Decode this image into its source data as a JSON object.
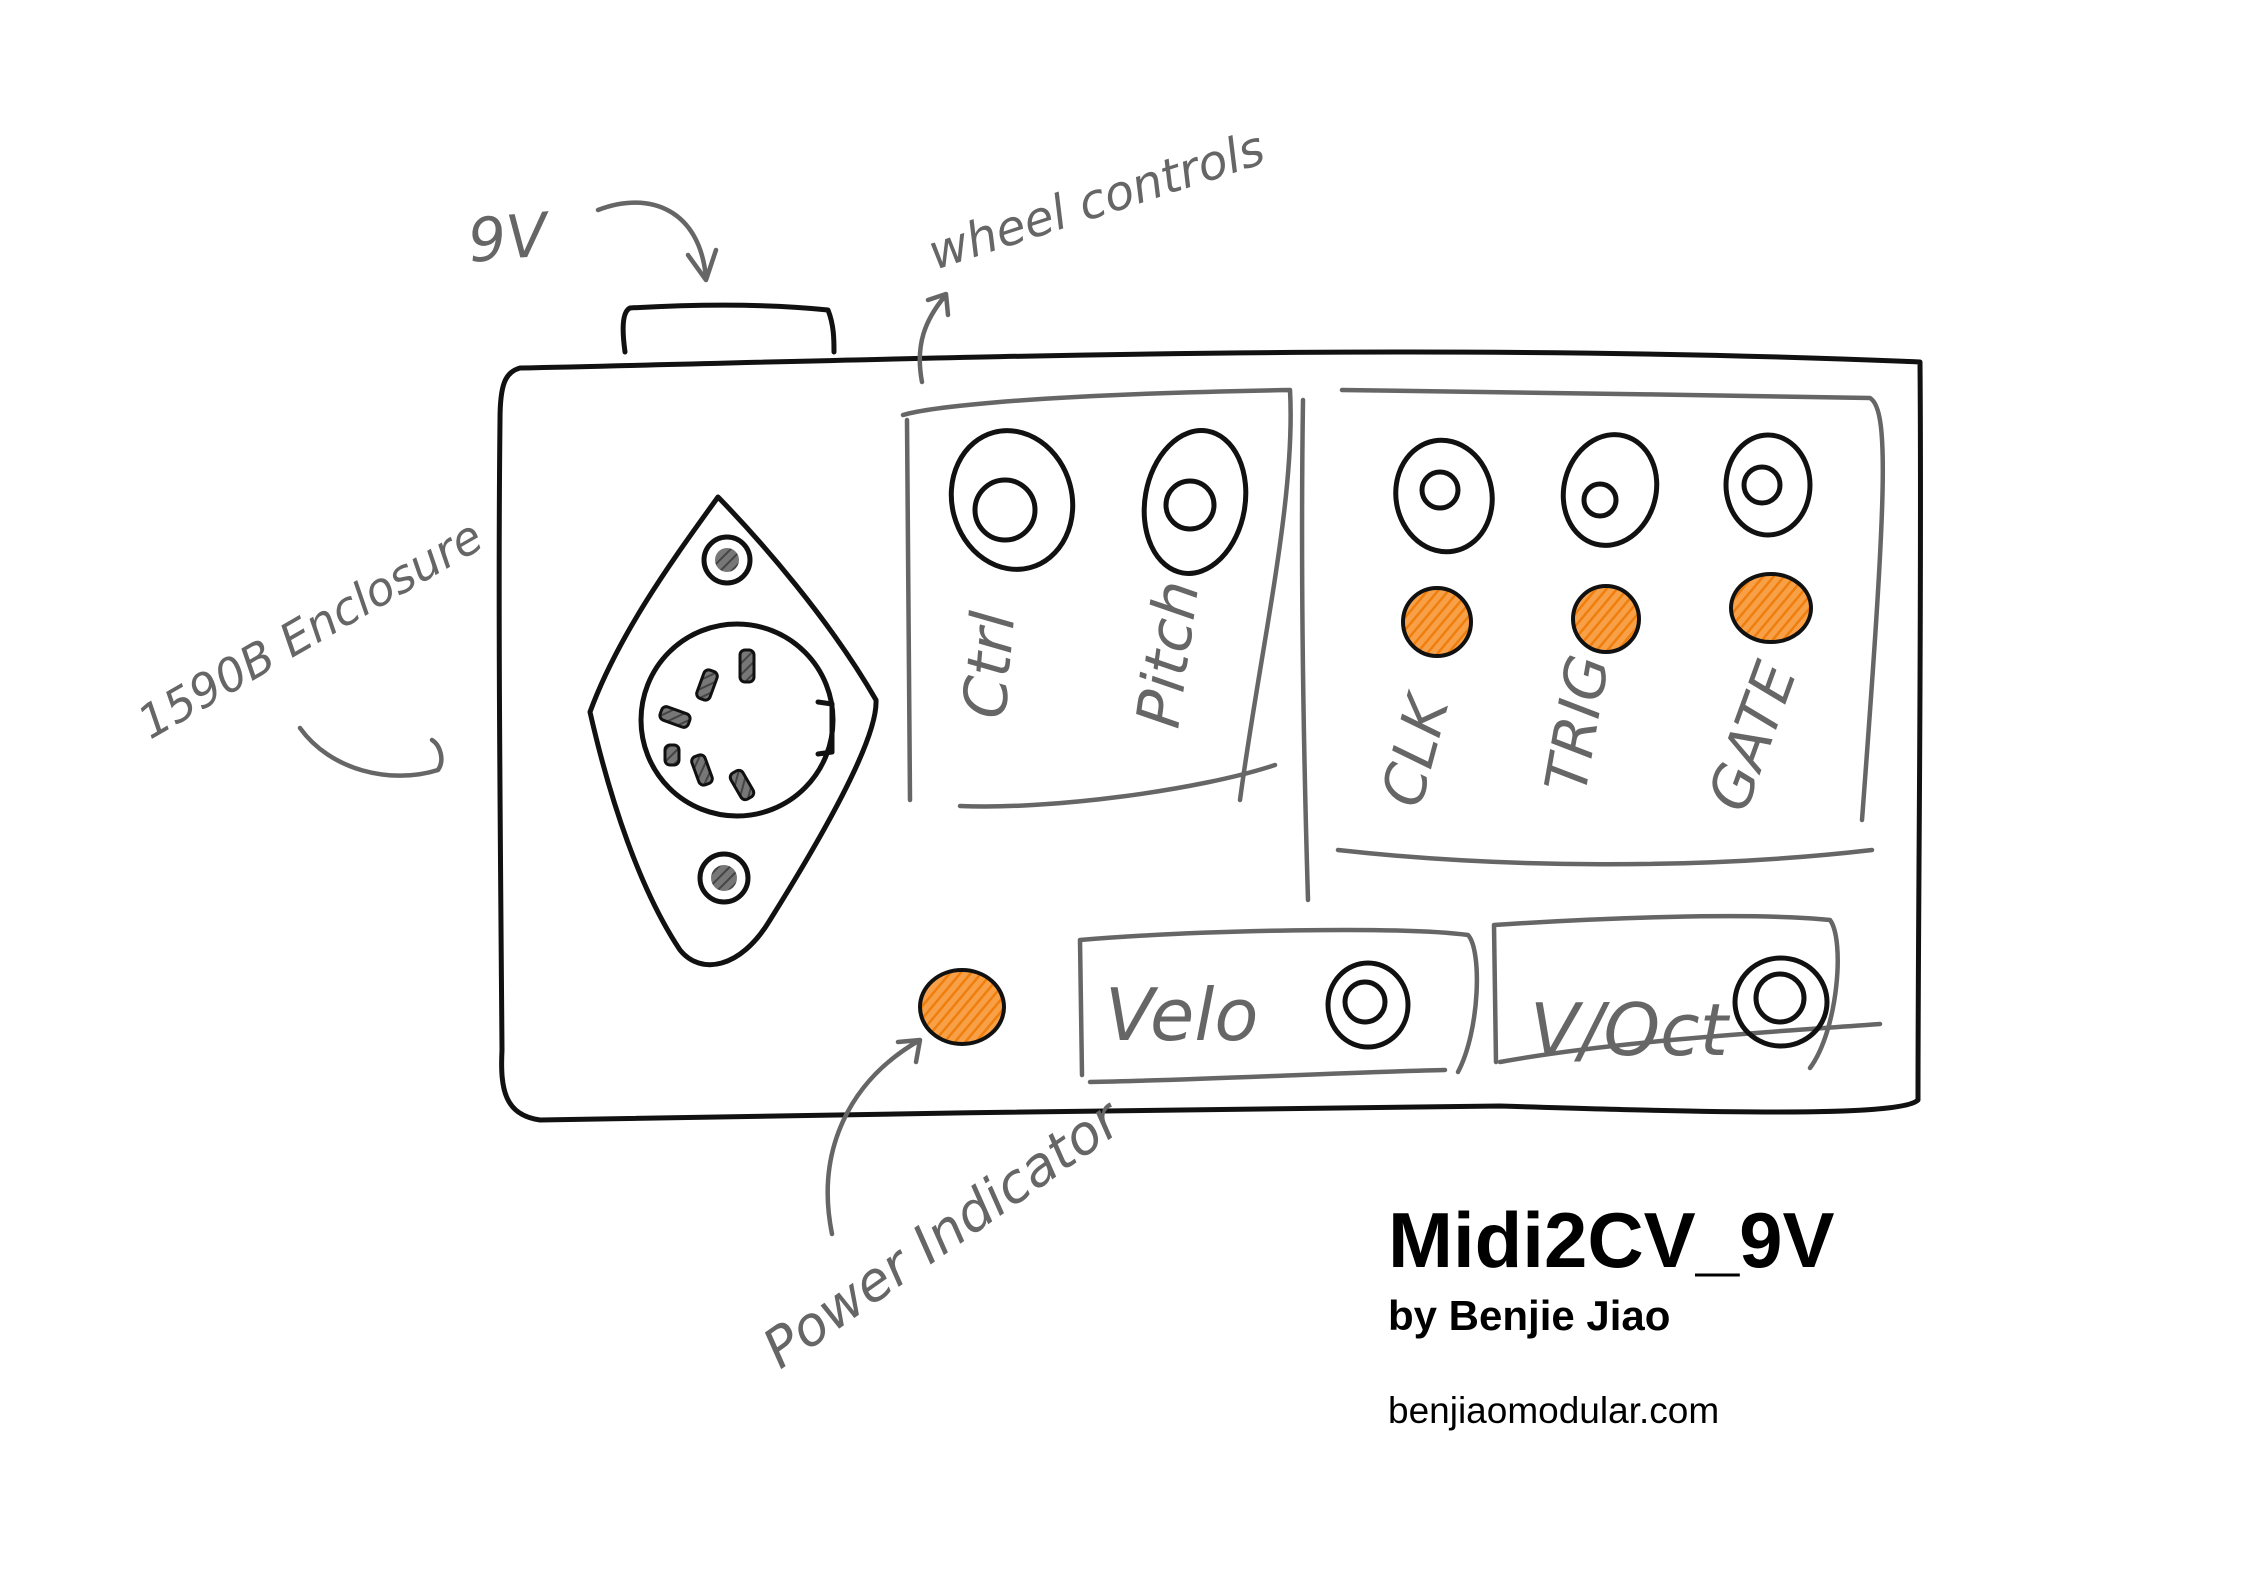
{
  "colors": {
    "ink": "#111111",
    "pencil": "#666666",
    "led": "#f28c1e",
    "hatch": "#555555"
  },
  "annotations": {
    "power_supply": "9V",
    "wheel_controls": "wheel controls",
    "enclosure": "1590B Enclosure",
    "power_indicator": "Power Indicator"
  },
  "panel": {
    "wheel_section": {
      "jacks": [
        {
          "label": "Ctrl"
        },
        {
          "label": "Pitch"
        }
      ]
    },
    "output_section": {
      "jacks": [
        {
          "label": "CLK"
        },
        {
          "label": "TRIG"
        },
        {
          "label": "GATE"
        }
      ]
    },
    "velo": {
      "label": "Velo"
    },
    "voct": {
      "label": "V/Oct"
    }
  },
  "credits": {
    "title": "Midi2CV_9V",
    "author": "by Benjie Jiao",
    "website": "benjiaomodular.com"
  }
}
